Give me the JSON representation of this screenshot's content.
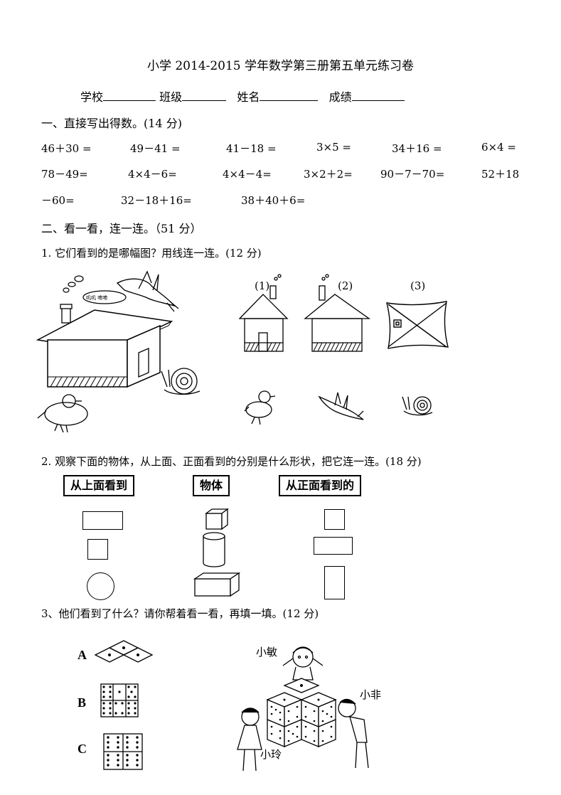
{
  "title": "小学 2014-2015 学年数学第三册第五单元练习卷",
  "info": {
    "school": "学校",
    "class": "班级",
    "name": "姓名",
    "score": "成绩"
  },
  "section1": {
    "heading": "一、直接写出得数。(14 分)",
    "row1": [
      "46＋30 =",
      "49－41 =",
      "41－18 =",
      "3×5 =",
      "34＋16 =",
      "6×4 ="
    ],
    "row2": [
      "78－49=",
      "4×4－6=",
      "4×4－4=",
      "3×2＋2=",
      "90－7－70=",
      "52＋18"
    ],
    "row3": [
      "－60=",
      "32－18＋16=",
      "38＋40＋6="
    ]
  },
  "section2": {
    "heading": "二、看一看，连一连。（51 分）",
    "q1": "1. 它们看到的是哪幅图？用线连一连。(12 分)",
    "view_labels": [
      "(1)",
      "(2)",
      "(3)"
    ],
    "q2": "2. 观察下面的物体，从上面、正面看到的分别是什么形状，把它连一连。(18 分)",
    "col_headers": [
      "从上面看到",
      "物体",
      "从正面看到的"
    ],
    "q3": "3、他们看到了什么？请你帮着看一看，再填一填。(12 分)",
    "options": [
      "A",
      "B",
      "C"
    ],
    "names": [
      "小敏",
      "小非",
      "小玲"
    ]
  }
}
